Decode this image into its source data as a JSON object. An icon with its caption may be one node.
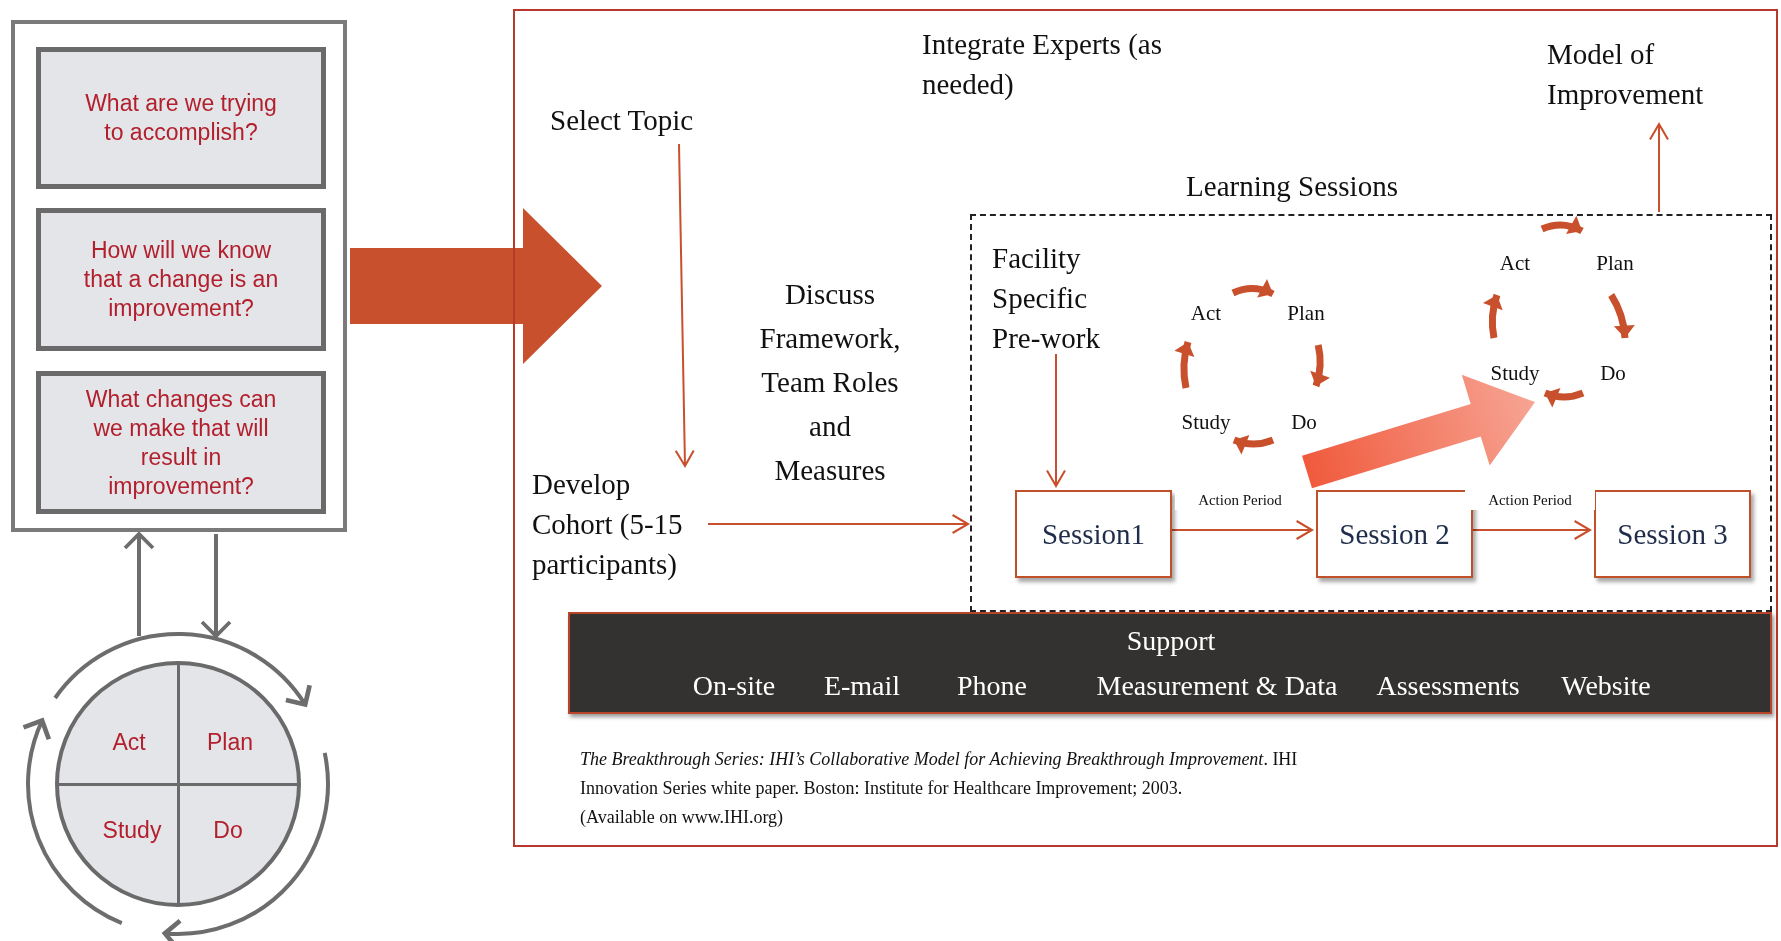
{
  "diagram": {
    "nodes": [
      {
        "text": [],
        "shape": "box"
      },
      {
        "text": [
          "What are we trying to accomplish?"
        ],
        "in": 0
      },
      {
        "text": [
          "How will we know that a change is an improvement?"
        ],
        "in": 0
      },
      {
        "text": [
          "What changes can we make that will result in improvement?"
        ],
        "in": 0
      },
      {
        "text": [
          "Act",
          "Plan",
          "Study",
          "Do"
        ]
      },
      {
        "text": [],
        "shape": "box"
      },
      {
        "text": [
          "Select Topic"
        ],
        "in": 5
      },
      {
        "text": [
          "Integrate Experts (as needed)"
        ],
        "in": 5
      },
      {
        "text": [
          "Model of Improvement"
        ],
        "in": 5
      },
      {
        "text": [
          "Develop Cohort (5-15 participants)"
        ],
        "in": 5
      },
      {
        "text": [
          "Learning Sessions"
        ],
        "in": 5
      },
      {
        "text": [
          "Facility Specific Pre-work"
        ],
        "in": 10
      },
      {
        "text": [
          "Act"
        ],
        "in": 10
      },
      {
        "text": [
          "Plan"
        ],
        "in": 10
      },
      {
        "text": [
          "Study"
        ],
        "in": 10
      },
      {
        "text": [
          "Do"
        ],
        "in": 10
      },
      {
        "text": [
          "Act"
        ],
        "in": 10
      },
      {
        "text": [
          "Plan"
        ],
        "in": 10
      },
      {
        "text": [
          "Study"
        ],
        "in": 10
      },
      {
        "text": [
          "Do"
        ],
        "in": 10
      },
      {
        "text": [
          "Session1"
        ],
        "in": 10
      },
      {
        "text": [
          "Session 2"
        ],
        "in": 10
      },
      {
        "text": [
          "Session 3"
        ],
        "in": 10
      },
      {
        "text": [
          "Support",
          "On-site",
          "E-mail",
          "Phone",
          "Measurement & Data",
          "Assessments",
          "Website"
        ],
        "in": 5
      }
    ],
    "edges": [
      {
        "from": 4,
        "to": 0,
        "arrow": "to",
        "color": "#6d6d6d"
      },
      {
        "from": 0,
        "to": 4,
        "arrow": "to",
        "color": "#6d6d6d"
      },
      {
        "from": 0,
        "to": 5,
        "arrow": "to",
        "style": "thick"
      },
      {
        "from": 6,
        "to": 9,
        "arrow": "to"
      },
      {
        "from": 9,
        "to": 10,
        "arrow": "to",
        "label": "Discuss Framework, Team Roles and Measures"
      },
      {
        "from": 11,
        "to": 20,
        "arrow": "to"
      },
      {
        "from": 20,
        "to": 21,
        "arrow": "to",
        "label": "Action Period"
      },
      {
        "from": 21,
        "to": 22,
        "arrow": "to",
        "label": "Action Period"
      },
      {
        "from": 10,
        "to": 8,
        "arrow": "to"
      },
      {
        "from": 12,
        "to": 13,
        "arrow": "to"
      },
      {
        "from": 13,
        "to": 15,
        "arrow": "to"
      },
      {
        "from": 15,
        "to": 14,
        "arrow": "to"
      },
      {
        "from": 14,
        "to": 12,
        "arrow": "to"
      },
      {
        "from": 16,
        "to": 17,
        "arrow": "to"
      },
      {
        "from": 17,
        "to": 19,
        "arrow": "to"
      },
      {
        "from": 19,
        "to": 18,
        "arrow": "to"
      },
      {
        "from": 18,
        "to": 16,
        "arrow": "to"
      },
      {
        "from": 21,
        "to": null,
        "arrow": "to",
        "style": "thick",
        "color": "#f05a3c"
      }
    ],
    "labels": [
      "*The Breakthrough Series: IHI’s Collaborative Model for Achieving Breakthrough Improvement*. IHI Innovation Series white paper. Boston: Institute for Healthcare Improvement; 2003.",
      "(Available on www.IHI.org)"
    ]
  }
}
